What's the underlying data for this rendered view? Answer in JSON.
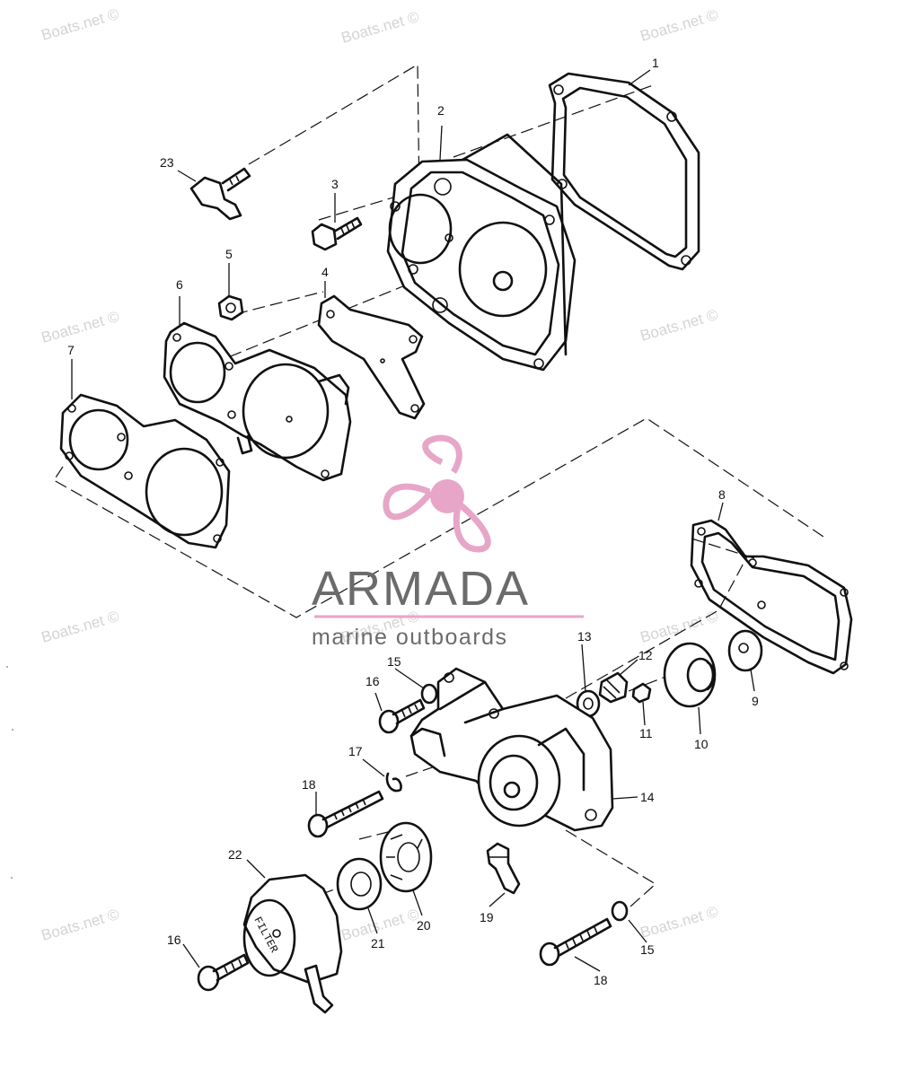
{
  "watermark": "Boats.net ©",
  "brand": {
    "name": "ARMADA",
    "tagline": "marine outboards",
    "accent": "#e7a6c8",
    "text_color": "#6b6b6b"
  },
  "filter_label": "FILTER",
  "callouts": [
    "1",
    "2",
    "3",
    "4",
    "5",
    "6",
    "7",
    "8",
    "9",
    "10",
    "11",
    "12",
    "13",
    "14",
    "15",
    "16",
    "17",
    "18",
    "19",
    "20",
    "21",
    "22",
    "23"
  ]
}
